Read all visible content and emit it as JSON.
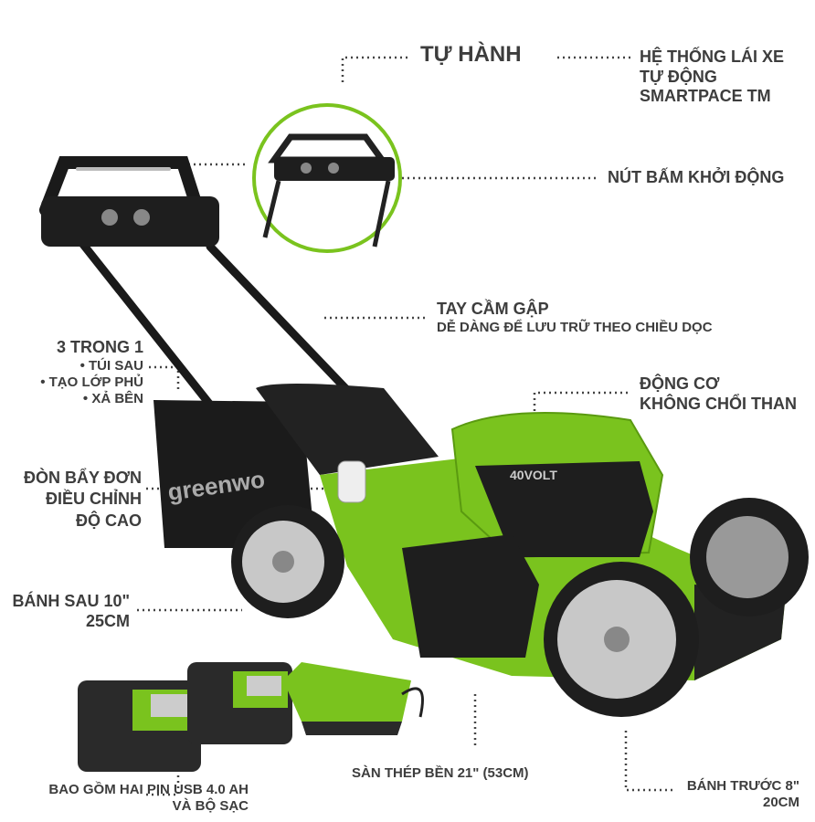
{
  "colors": {
    "brand_green": "#7ac31e",
    "text": "#3d3d3d",
    "dark": "#1e1e1e"
  },
  "labels": {
    "self_propelled": "TỰ HÀNH",
    "smartpace": [
      "HỆ THỐNG LÁI XE",
      "TỰ ĐỘNG",
      "SMARTPACE TM"
    ],
    "start_button": "NÚT BẤM KHỞI ĐỘNG",
    "folding_handle": {
      "title": "TAY CẦM GẬP",
      "subtitle": "DỄ DÀNG ĐỂ LƯU TRỮ THEO CHIỀU DỌC"
    },
    "three_in_one": {
      "title": "3 TRONG 1",
      "items": [
        "• TÚI SAU",
        "• TẠO LỚP PHỦ",
        "• XẢ BÊN"
      ]
    },
    "motor": [
      "ĐỘNG CƠ",
      "KHÔNG CHỔI THAN"
    ],
    "height_lever": [
      "ĐÒN BẨY ĐƠN",
      "ĐIỀU CHỈNH",
      "ĐỘ CAO"
    ],
    "rear_wheel": [
      "BÁNH SAU 10\"",
      "25CM"
    ],
    "deck": "SÀN THÉP BỀN 21\" (53CM)",
    "batteries": [
      "BAO GỒM HAI PIN USB 4.0 AH",
      "VÀ BỘ SẠC"
    ],
    "front_wheel": [
      "BÁNH TRƯỚC 8\"",
      "20CM"
    ]
  },
  "product": {
    "brand": "greenworks",
    "voltage_badge": "40VOLT"
  }
}
